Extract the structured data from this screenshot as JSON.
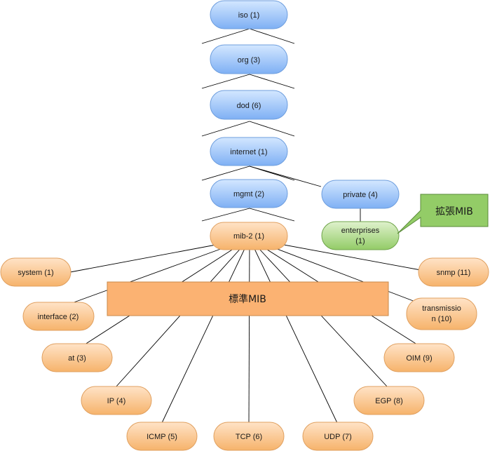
{
  "colors": {
    "blue_top": "#d3e7ff",
    "blue_bottom": "#7fb0f4",
    "blue_stroke": "#6e9ede",
    "orange_top": "#ffe3c7",
    "orange_bottom": "#f6b36b",
    "orange_stroke": "#e0a060",
    "green_top": "#dff1cc",
    "green_bottom": "#93cc67",
    "green_stroke": "#6fa44a",
    "line": "#000000"
  },
  "nodes": {
    "iso": "iso (1)",
    "org": "org (3)",
    "dod": "dod (6)",
    "internet": "internet (1)",
    "mgmt": "mgmt (2)",
    "private": "private (4)",
    "mib2": "mib-2 (1)",
    "enterprises_l1": "enterprises",
    "enterprises_l2": "(1)",
    "system": "system (1)",
    "interface": "interface (2)",
    "at": "at (3)",
    "ip": "IP (4)",
    "icmp": "ICMP (5)",
    "tcp": "TCP (6)",
    "udp": "UDP (7)",
    "egp": "EGP (8)",
    "oim": "OIM (9)",
    "transmission_l1": "transmissio",
    "transmission_l2": "n (10)",
    "snmp": "snmp (11)"
  },
  "labels": {
    "standard_mib": "標準MIB",
    "extended_mib": "拡張MIB"
  }
}
